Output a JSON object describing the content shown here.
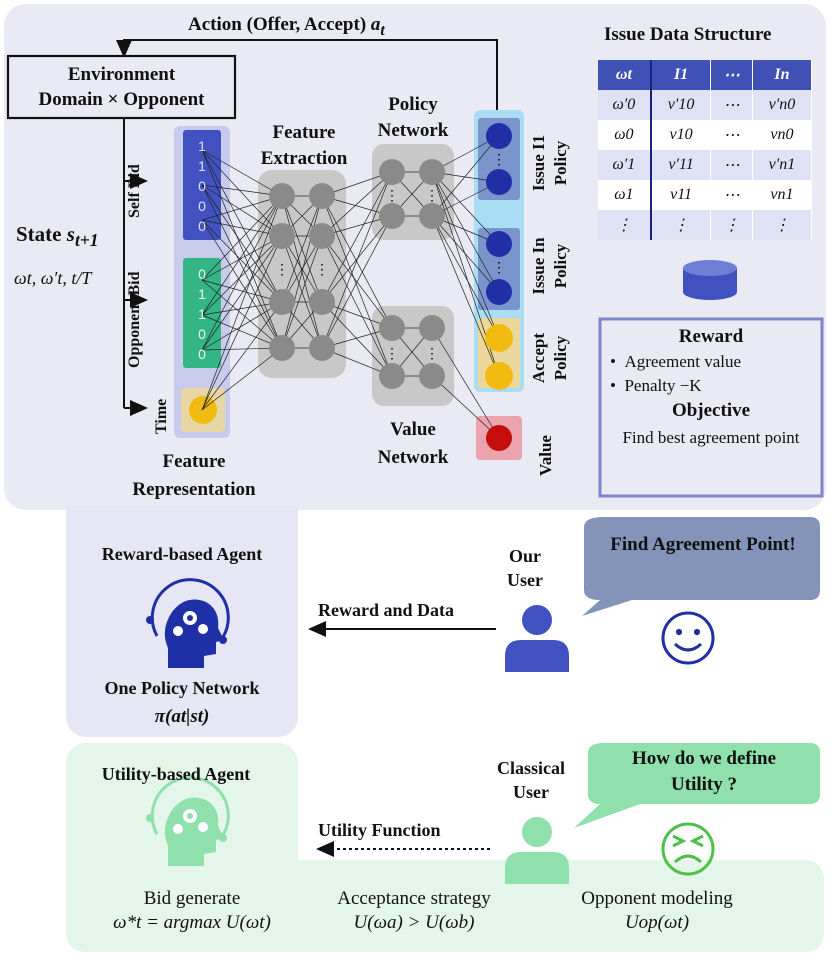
{
  "diagram": {
    "action_label": "Action (Offer, Accept)",
    "action_var": "a",
    "action_sub": "t",
    "environment": {
      "line1": "Environment",
      "line2": "Domain × Opponent"
    },
    "state_label": "State",
    "state_var": "s",
    "state_sub": "t+1",
    "state_vars": "ωt, ω′t, t/T",
    "input_labels": {
      "self_bid": "Self Bid",
      "opponent_bid": "Opponent Bid",
      "time": "Time"
    },
    "self_bid_bits": [
      "1",
      "1",
      "0",
      "0",
      "0"
    ],
    "opponent_bid_bits": [
      "0",
      "1",
      "1",
      "0",
      "0"
    ],
    "feature_representation": {
      "line1": "Feature",
      "line2": "Representation"
    },
    "feature_extraction": {
      "line1": "Feature",
      "line2": "Extraction"
    },
    "policy_network": {
      "line1": "Policy",
      "line2": "Network"
    },
    "value_network": {
      "line1": "Value",
      "line2": "Network"
    },
    "output_labels": {
      "issue1_policy": {
        "line1": "Issue I1",
        "line2": "Policy"
      },
      "issuen_policy": {
        "line1": "Issue In",
        "line2": "Policy"
      },
      "accept_policy": {
        "line1": "Accept",
        "line2": "Policy"
      },
      "value": "Value"
    },
    "colors": {
      "panel": "#eaeaf5",
      "blue_dot": "#1f2fa5",
      "yellow_dot": "#f2bb12",
      "red_dot": "#c40d0d",
      "table_header": "#3f51b5",
      "reward_border": "#7d86c8",
      "green_panel": "#e4f6e9"
    }
  },
  "issue_table": {
    "title": "Issue Data Structure",
    "headers": [
      "ωt",
      "I1",
      "⋯",
      "In"
    ],
    "rows": [
      [
        "ω′0",
        "v′10",
        "⋯",
        "v′n0"
      ],
      [
        "ω0",
        "v10",
        "⋯",
        "vn0"
      ],
      [
        "ω′1",
        "v′11",
        "⋯",
        "v′n1"
      ],
      [
        "ω1",
        "v11",
        "⋯",
        "vn1"
      ],
      [
        "⋮",
        "⋮",
        "⋮",
        "⋮"
      ]
    ]
  },
  "reward_box": {
    "title": "Reward",
    "bullets": [
      "Agreement value",
      "Penalty −K"
    ],
    "objective_title": "Objective",
    "objective_text": "Find best agreement point"
  },
  "reward_agent": {
    "title": "Reward-based Agent",
    "policy_title": "One Policy Network",
    "policy_formula": "π(at|st)"
  },
  "our_user": {
    "label_line1": "Our",
    "label_line2": "User",
    "speech": "Find Agreement Point!",
    "arrow_label": "Reward and Data"
  },
  "utility_agent": {
    "title": "Utility-based Agent",
    "classical_line1": "Classical",
    "classical_line2": "User",
    "speech": "How do we define Utility ?",
    "arrow_label": "Utility Function",
    "bottom": [
      {
        "title": "Bid generate",
        "formula": "ω*t =  argmax U(ωt)"
      },
      {
        "title": "Acceptance strategy",
        "formula": "U(ωa) > U(ωb)"
      },
      {
        "title": "Opponent modeling",
        "formula": "Uop(ωt)"
      }
    ]
  }
}
